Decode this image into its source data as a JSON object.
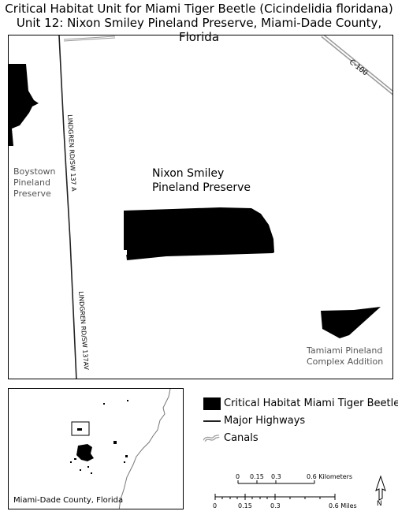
{
  "title": {
    "line1": "Critical Habitat Unit for Miami Tiger Beetle (Cicindelidia floridana)",
    "line2": "Unit 12: Nixon Smiley Pineland Preserve, Miami-Dade County, Florida"
  },
  "main_map": {
    "roads": [
      {
        "label": "C-100",
        "type": "canal"
      },
      {
        "label": "LINDGREN RD/SW 137 A",
        "type": "major-highway"
      },
      {
        "label": "LINDGREN RD/SW 137AV",
        "type": "major-highway"
      }
    ],
    "places": {
      "nixon_line1": "Nixon Smiley",
      "nixon_line2": "Pineland Preserve",
      "boystown_line1": "Boystown",
      "boystown_line2": "Pineland",
      "boystown_line3": "Preserve",
      "tamiami_line1": "Tamiami Pineland",
      "tamiami_line2": "Complex Addition"
    },
    "colors": {
      "habitat": "#000000",
      "canal": "#9a9a9a",
      "highway": "#222222",
      "gray_label": "#555555"
    }
  },
  "inset": {
    "label": "Miami-Dade County, Florida"
  },
  "legend": {
    "habitat": "Critical Habitat Miami Tiger Beetle",
    "highways": "Major Highways",
    "canals": "Canals"
  },
  "scale": {
    "km_labels": [
      "0",
      "0.15",
      "0.3",
      "0.6 Kilometers"
    ],
    "mile_labels": [
      "0",
      "0.15",
      "0.3",
      "0.6 Miles"
    ],
    "north_arrow_label": "N"
  }
}
